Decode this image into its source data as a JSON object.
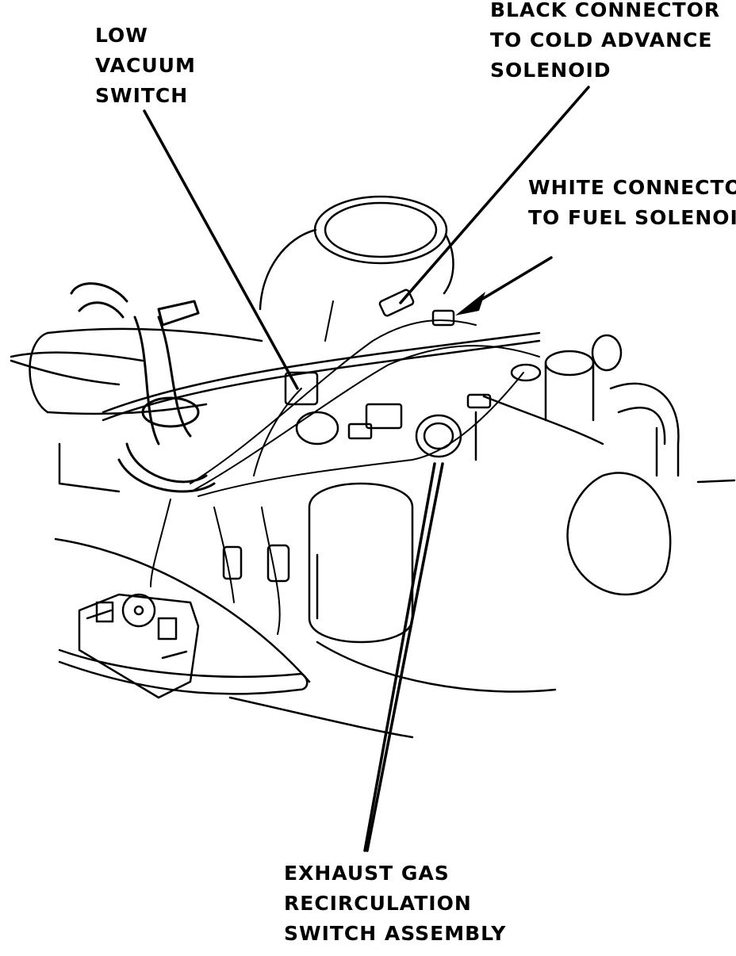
{
  "callouts": {
    "low_vacuum_switch": [
      "LOW",
      "VACUUM",
      "SWITCH"
    ],
    "black_connector": [
      "BLACK CONNECTOR",
      "TO COLD ADVANCE",
      "SOLENOID"
    ],
    "white_connector": [
      "WHITE CONNECTOR",
      "TO FUEL SOLENOID"
    ],
    "egr_switch": [
      "EXHAUST GAS",
      "RECIRCULATION",
      "SWITCH ASSEMBLY"
    ]
  },
  "colors": {
    "ink": "#000000",
    "paper": "#ffffff"
  }
}
